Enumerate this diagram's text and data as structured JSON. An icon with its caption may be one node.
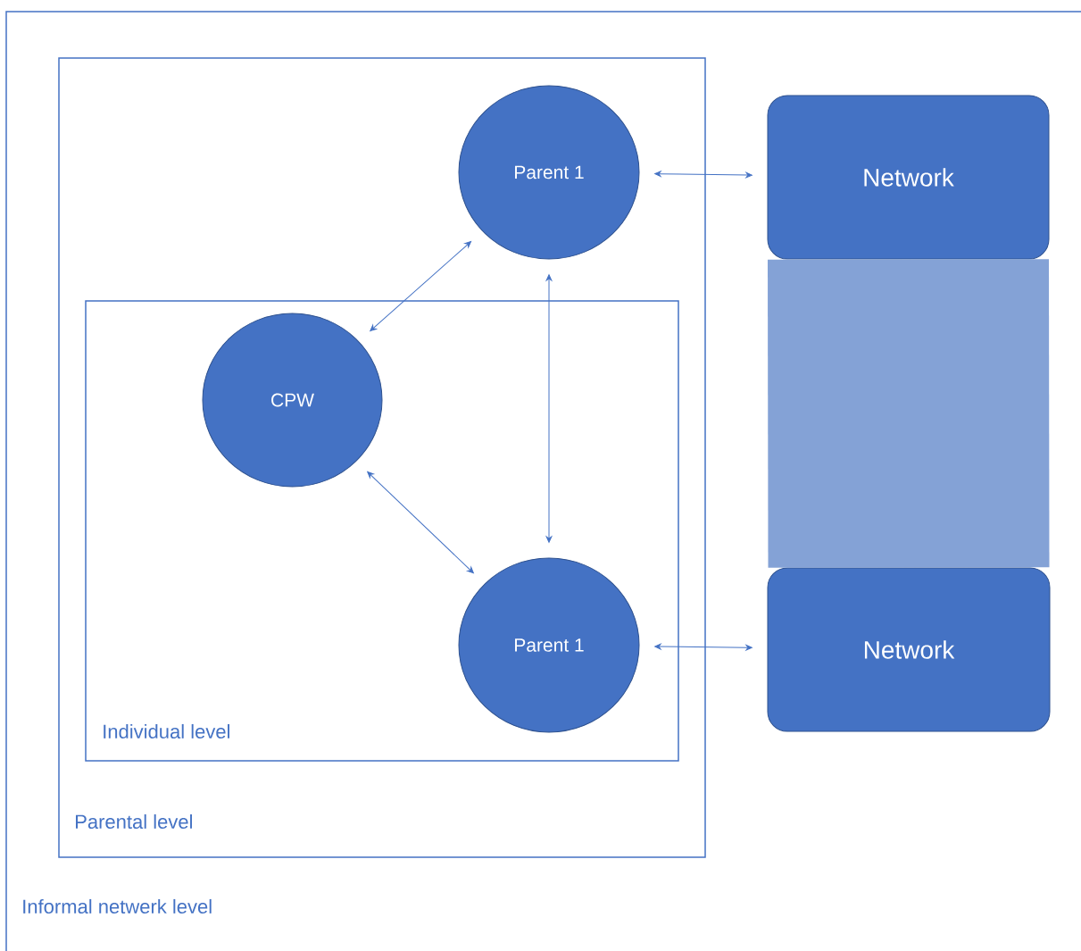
{
  "diagram": {
    "nodes": [
      {
        "text": [
          "Informal netwerk level"
        ]
      },
      {
        "text": [
          "Parental level"
        ],
        "in": 0
      },
      {
        "text": [
          "Individual level"
        ],
        "in": 1
      },
      {
        "text": [
          "Parent 1"
        ],
        "in": 1
      },
      {
        "text": [
          "CPW"
        ],
        "in": 2
      },
      {
        "text": [
          "Parent 1"
        ],
        "in": 2
      },
      {
        "text": [
          "Network"
        ],
        "in": 0
      },
      {
        "text": [
          "Network"
        ],
        "in": 0
      }
    ],
    "edges": [
      {
        "from": 3,
        "to": 6,
        "arrow": "both"
      },
      {
        "from": 4,
        "to": 3,
        "arrow": "both"
      },
      {
        "from": 3,
        "to": 5,
        "arrow": "both"
      },
      {
        "from": 4,
        "to": 5,
        "arrow": "both"
      },
      {
        "from": 5,
        "to": 7,
        "arrow": "both"
      },
      {
        "from": 6,
        "to": 7,
        "arrow": "none",
        "style": "thick",
        "color": "#84a2d6"
      }
    ]
  }
}
